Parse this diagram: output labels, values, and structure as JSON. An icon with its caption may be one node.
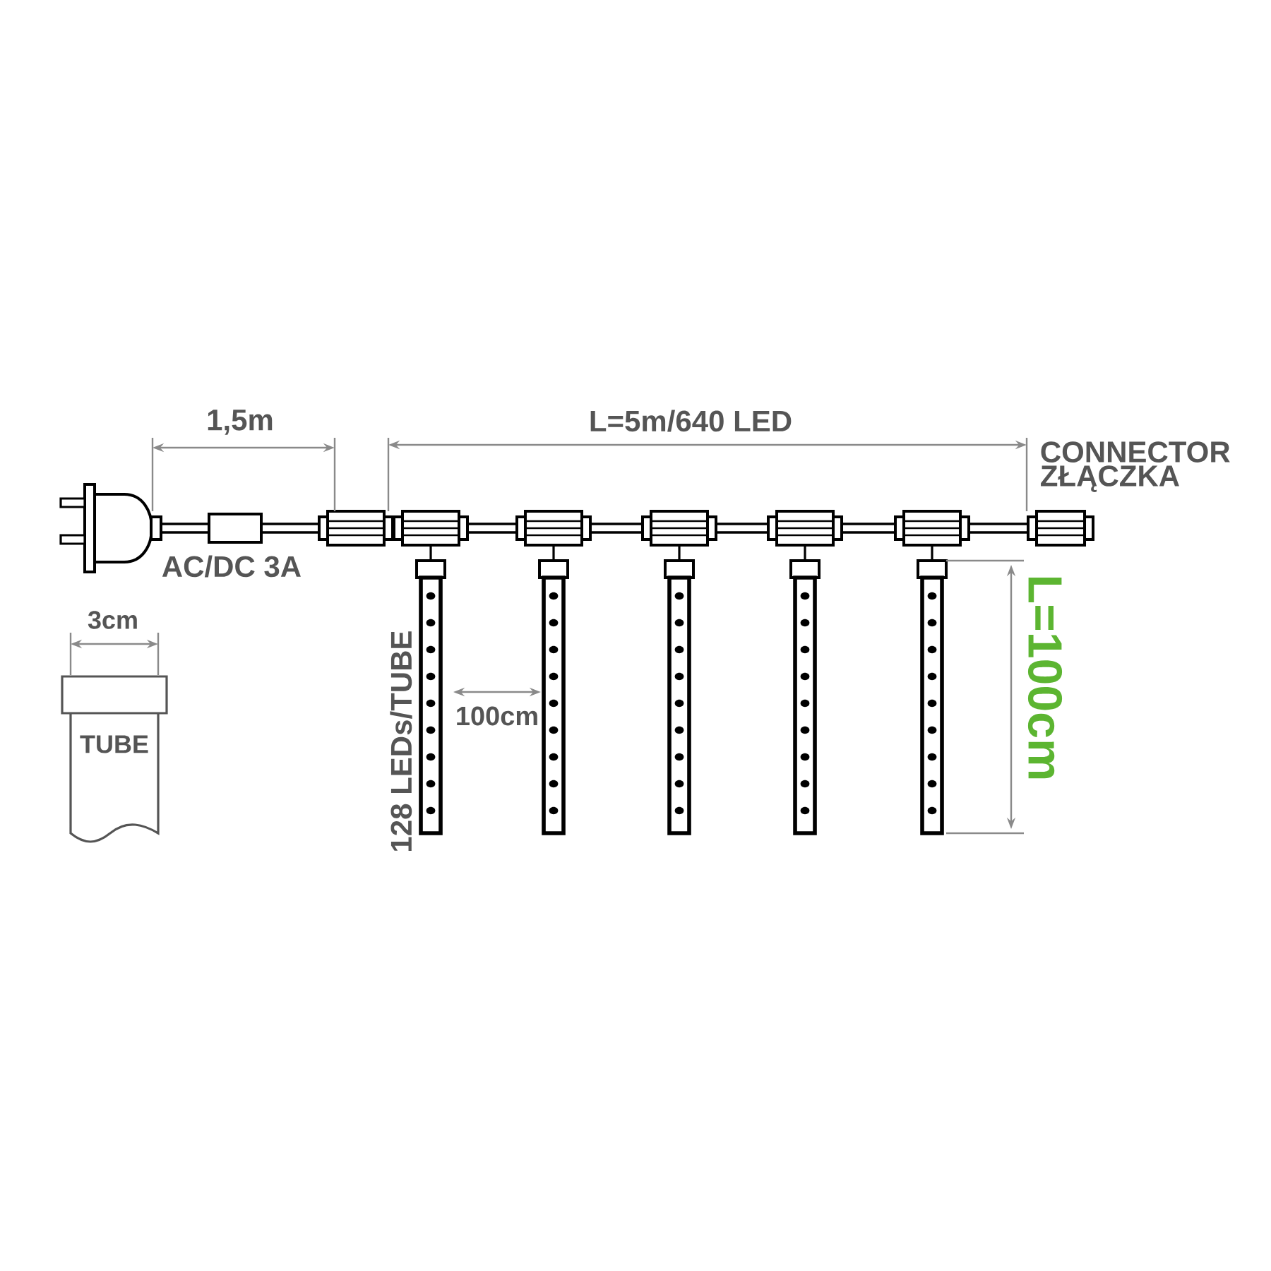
{
  "diagram": {
    "nodes": [
      {
        "text": [
          "TUBE"
        ]
      }
    ],
    "labels": [
      "1,5m",
      "L=5m/640 LED",
      "CONNECTOR",
      "ZŁĄCZKA",
      "AC/DC 3A",
      "3cm",
      "128 LEDs/TUBE",
      "100cm",
      "L=100cm"
    ]
  }
}
